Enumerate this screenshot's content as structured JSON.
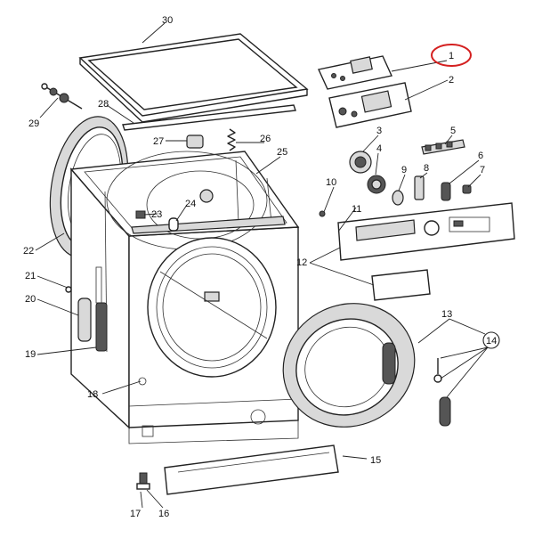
{
  "callouts": {
    "c1": "1",
    "c2": "2",
    "c3": "3",
    "c4": "4",
    "c5": "5",
    "c6": "6",
    "c7": "7",
    "c8": "8",
    "c9": "9",
    "c10": "10",
    "c11": "11",
    "c12": "12",
    "c13": "13",
    "c14": "14",
    "c15": "15",
    "c16": "16",
    "c17": "17",
    "c18": "18",
    "c19": "19",
    "c20": "20",
    "c21": "21",
    "c22": "22",
    "c23": "23",
    "c24": "24",
    "c25": "25",
    "c26": "26",
    "c27": "27",
    "c28": "28",
    "c29": "29",
    "c30": "30"
  },
  "highlight": {
    "color": "#d42020",
    "target": "1"
  }
}
